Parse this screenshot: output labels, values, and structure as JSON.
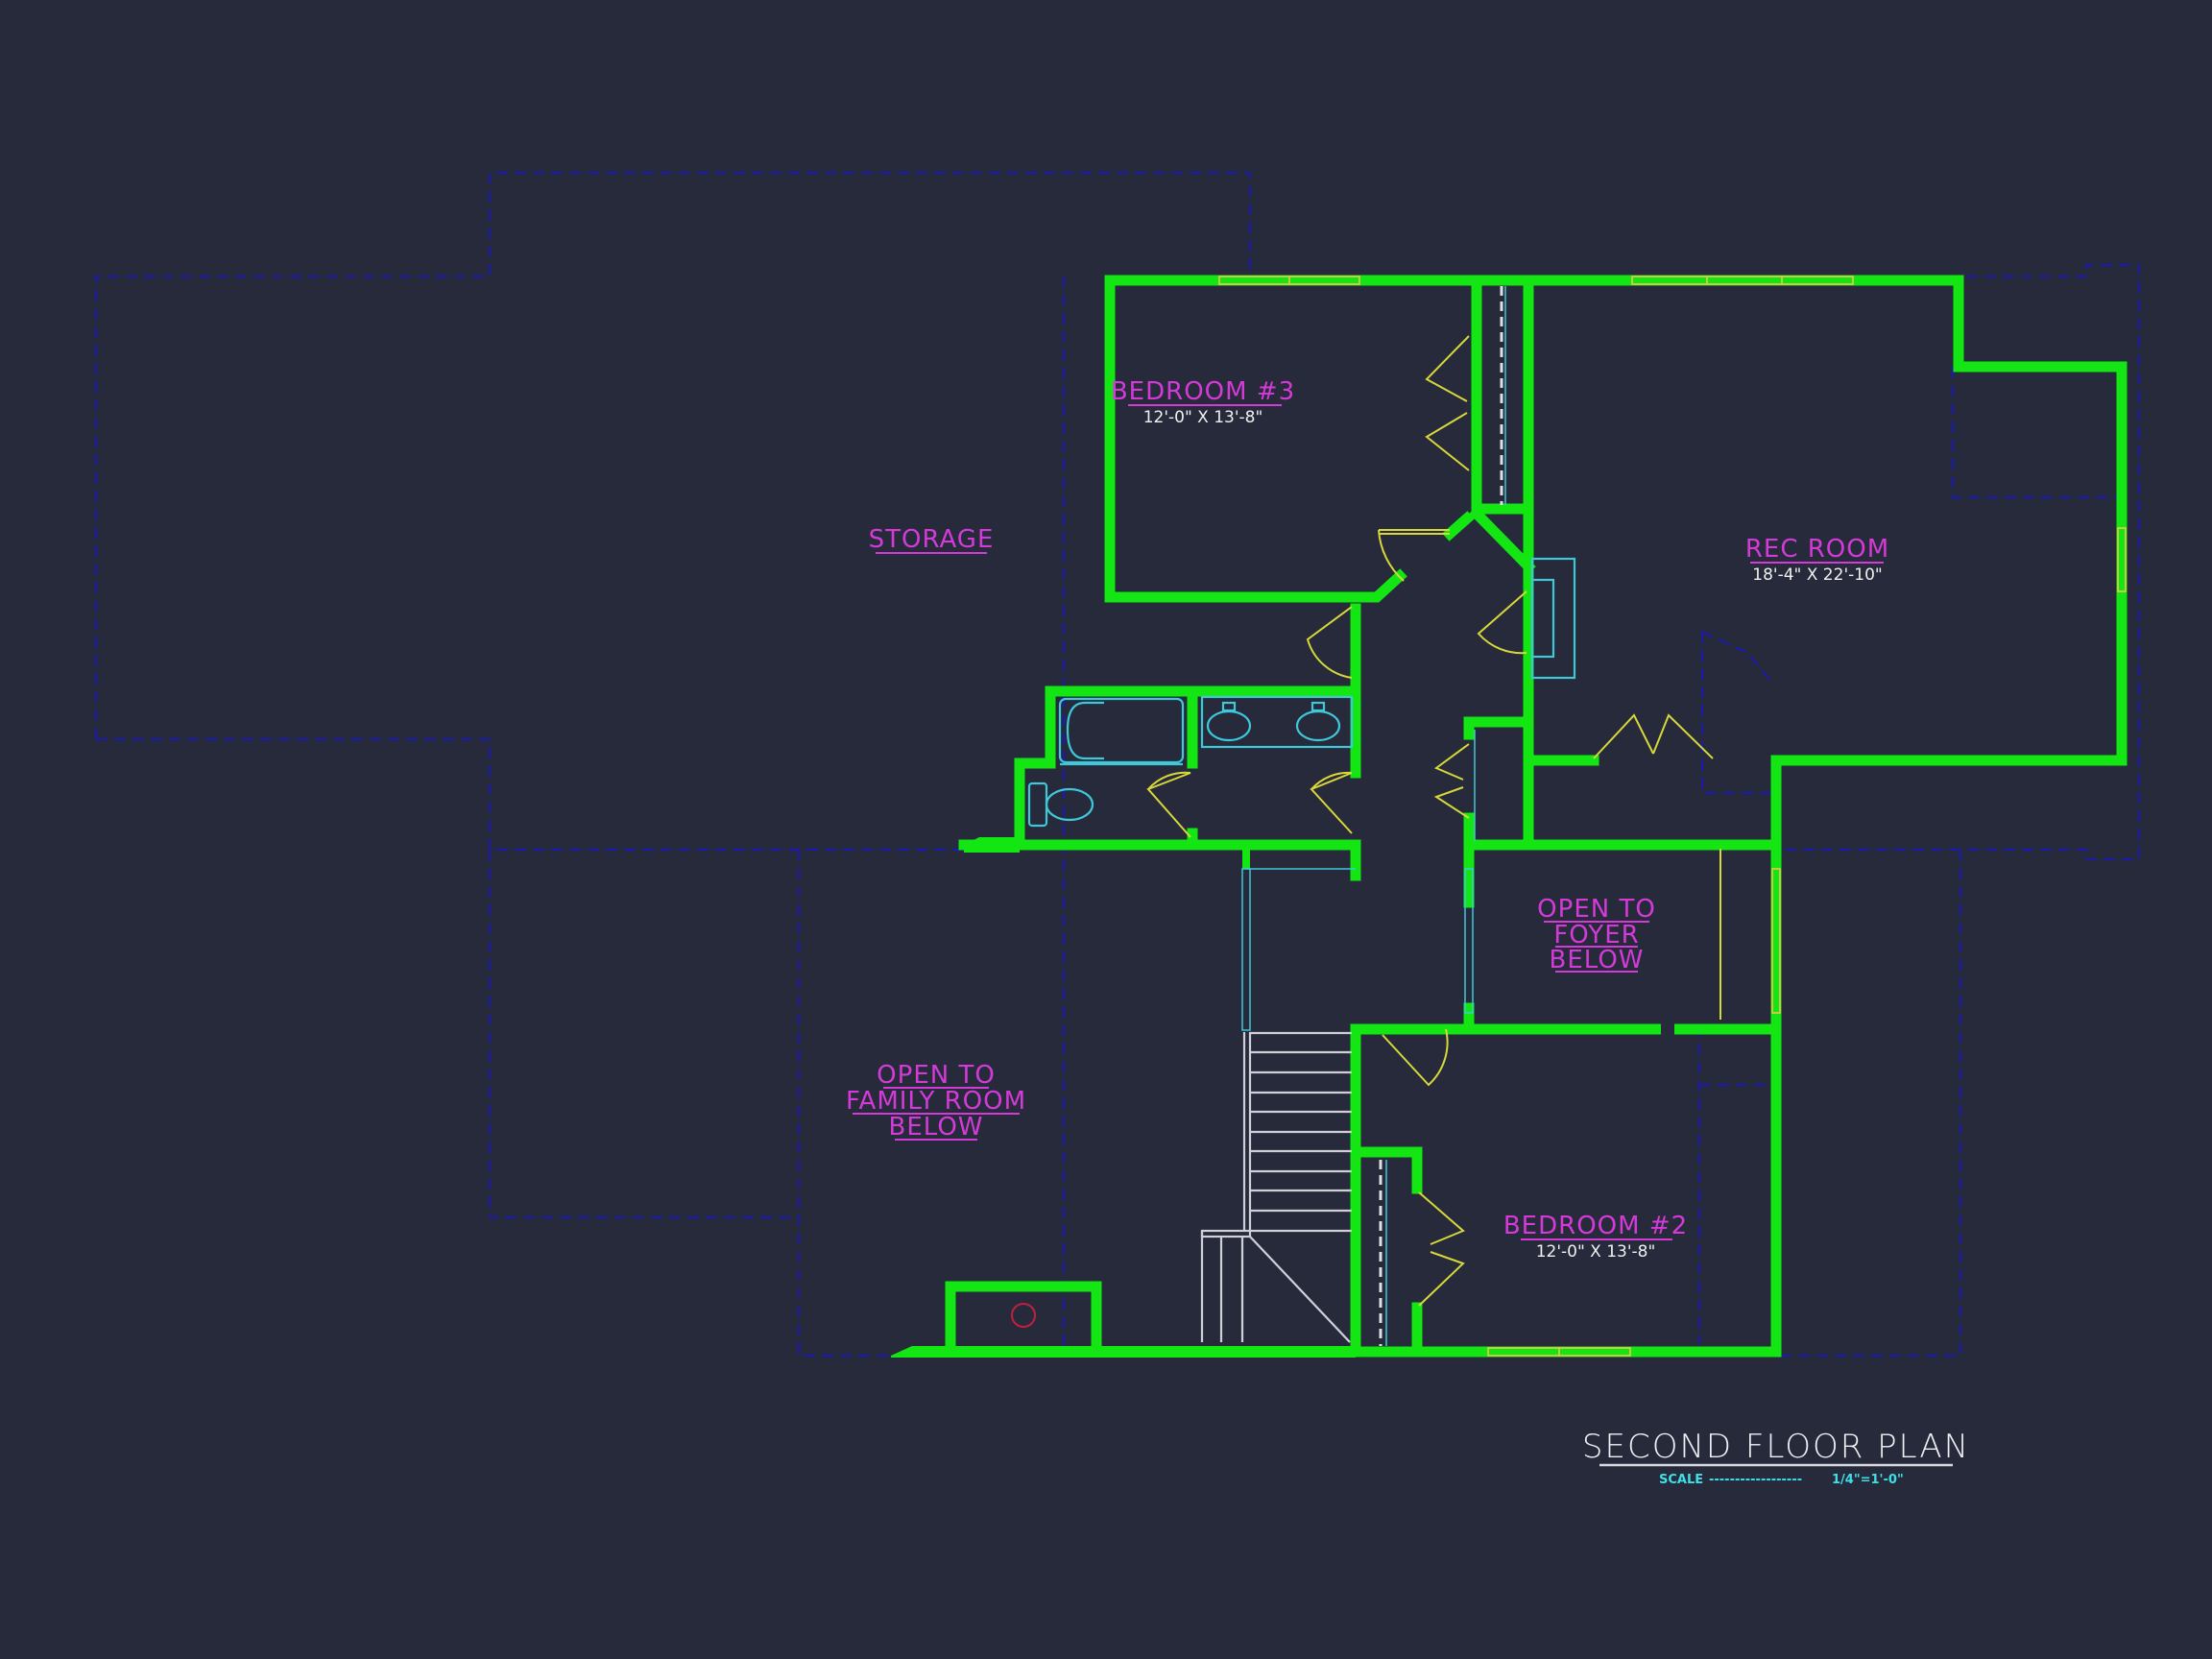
{
  "drawing": {
    "title": "SECOND FLOOR PLAN",
    "scale_label": "SCALE",
    "scale_dashes": "------------------",
    "scale_value": "1/4\"=1'-0\""
  },
  "rooms": [
    {
      "id": "bedroom3",
      "name": "BEDROOM #3",
      "dimensions": "12'-0\" X 13'-8\""
    },
    {
      "id": "rec_room",
      "name": "REC ROOM",
      "dimensions": "18'-4\" X 22'-10\""
    },
    {
      "id": "storage",
      "name": "STORAGE"
    },
    {
      "id": "open_foyer",
      "name_lines": [
        "OPEN TO",
        "FOYER",
        "BELOW"
      ]
    },
    {
      "id": "open_family",
      "name_lines": [
        "OPEN TO",
        "FAMILY ROOM",
        "BELOW"
      ]
    },
    {
      "id": "bedroom2",
      "name": "BEDROOM #2",
      "dimensions": "12'-0\" X 13'-8\""
    }
  ],
  "colors": {
    "background": "#262a3b",
    "walls": "#14e614",
    "labels": "#d43ad8",
    "dimensions": "#f0f0f0",
    "doors_windows": "#d8d83a",
    "fixtures": "#3ec8d8",
    "hidden_lines": "#1c1ca8",
    "stairs": "#d0d0d8",
    "flue": "#c02040"
  }
}
